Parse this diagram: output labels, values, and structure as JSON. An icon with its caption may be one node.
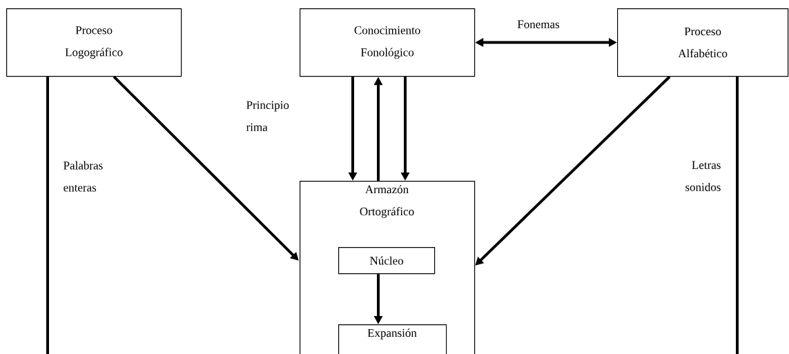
{
  "diagram": {
    "nodes": [
      {
        "text": [
          "Proceso Logográfico"
        ]
      },
      {
        "text": [
          "Conocimiento Fonológico"
        ]
      },
      {
        "text": [
          "Proceso Alfabético"
        ]
      },
      {
        "text": [
          "Armazón Ortográfico"
        ]
      },
      {
        "text": [
          "Núcleo"
        ],
        "in": 3
      },
      {
        "text": [
          "Expansión"
        ],
        "in": 3
      }
    ],
    "edges": [
      {
        "from": 1,
        "to": 2,
        "arrow": "both",
        "label": "Fonemas"
      },
      {
        "from": 1,
        "to": 3,
        "arrow": "to"
      },
      {
        "from": 3,
        "to": 1,
        "arrow": "to"
      },
      {
        "from": 1,
        "to": 3,
        "arrow": "to"
      },
      {
        "from": 0,
        "to": 3,
        "arrow": "to"
      },
      {
        "from": 2,
        "to": 3,
        "arrow": "to"
      },
      {
        "from": 4,
        "to": 5,
        "arrow": "to"
      },
      {
        "from": 0,
        "to": null,
        "arrow": "none",
        "label": "Palabras enteras"
      },
      {
        "from": 2,
        "to": null,
        "arrow": "none",
        "label": "Letras sonidos"
      }
    ],
    "labels": [
      "Principio rima"
    ]
  }
}
